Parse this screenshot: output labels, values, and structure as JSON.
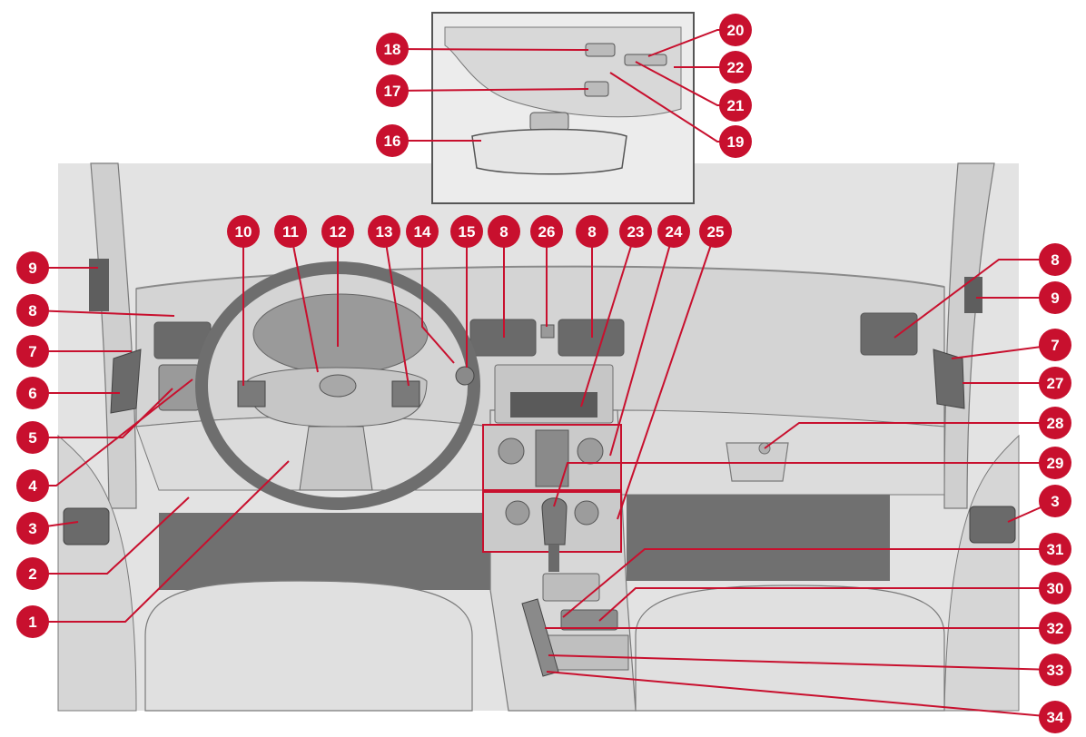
{
  "figure": {
    "callouts": [
      {
        "id": "c1",
        "label": "1"
      },
      {
        "id": "c2",
        "label": "2"
      },
      {
        "id": "c3l",
        "label": "3"
      },
      {
        "id": "c4",
        "label": "4"
      },
      {
        "id": "c5",
        "label": "5"
      },
      {
        "id": "c6",
        "label": "6"
      },
      {
        "id": "c7l",
        "label": "7"
      },
      {
        "id": "c8l",
        "label": "8"
      },
      {
        "id": "c9l",
        "label": "9"
      },
      {
        "id": "c10",
        "label": "10"
      },
      {
        "id": "c11",
        "label": "11"
      },
      {
        "id": "c12",
        "label": "12"
      },
      {
        "id": "c13",
        "label": "13"
      },
      {
        "id": "c14",
        "label": "14"
      },
      {
        "id": "c15",
        "label": "15"
      },
      {
        "id": "c8a",
        "label": "8"
      },
      {
        "id": "c26",
        "label": "26"
      },
      {
        "id": "c8b",
        "label": "8"
      },
      {
        "id": "c23",
        "label": "23"
      },
      {
        "id": "c24",
        "label": "24"
      },
      {
        "id": "c25",
        "label": "25"
      },
      {
        "id": "c16",
        "label": "16"
      },
      {
        "id": "c17",
        "label": "17"
      },
      {
        "id": "c18",
        "label": "18"
      },
      {
        "id": "c19",
        "label": "19"
      },
      {
        "id": "c20",
        "label": "20"
      },
      {
        "id": "c21",
        "label": "21"
      },
      {
        "id": "c22",
        "label": "22"
      },
      {
        "id": "c8r",
        "label": "8"
      },
      {
        "id": "c9r",
        "label": "9"
      },
      {
        "id": "c7r",
        "label": "7"
      },
      {
        "id": "c27",
        "label": "27"
      },
      {
        "id": "c28",
        "label": "28"
      },
      {
        "id": "c29",
        "label": "29"
      },
      {
        "id": "c3r",
        "label": "3"
      },
      {
        "id": "c31",
        "label": "31"
      },
      {
        "id": "c30",
        "label": "30"
      },
      {
        "id": "c32",
        "label": "32"
      },
      {
        "id": "c33",
        "label": "33"
      },
      {
        "id": "c34",
        "label": "34"
      }
    ],
    "colors": {
      "callout": "#c8102e",
      "leader": "#c8102e",
      "background": "#e3e3e3",
      "dashboard": "#d2d2d2",
      "panel": "#b8b8b8",
      "floor": "#6f6f6f",
      "outline": "#6e6e6e"
    }
  }
}
